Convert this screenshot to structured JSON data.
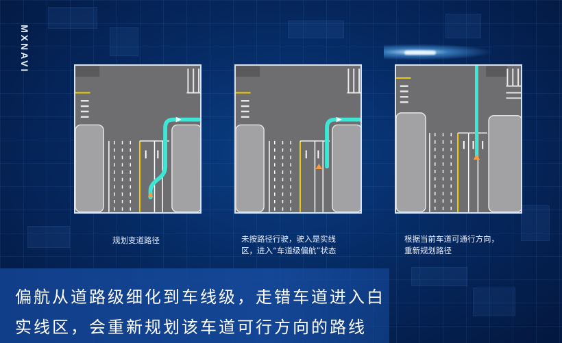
{
  "brand": {
    "logo_text": "MXNAVI"
  },
  "panels": [
    {
      "caption_lines": [
        "规划变道路径"
      ]
    },
    {
      "caption_lines": [
        "未按路径行驶，驶入是实线",
        "区，进入“车道级偏航”状态"
      ]
    },
    {
      "caption_lines": [
        "根据当前车道可通行方向，",
        "重新规划路径"
      ]
    }
  ],
  "subtitle": {
    "line1": "偏航从道路级细化到车线级，走错车道进入白",
    "line2": "实线区，会重新规划该车道可行方向的路线"
  },
  "colors": {
    "route": "#3ee6d6",
    "road": "#6e6e70",
    "sidewalk": "#9a9a9c",
    "lane_line": "#ffffff",
    "yellow_line": "#f0d000",
    "car_marker": "#ff9a3c"
  }
}
